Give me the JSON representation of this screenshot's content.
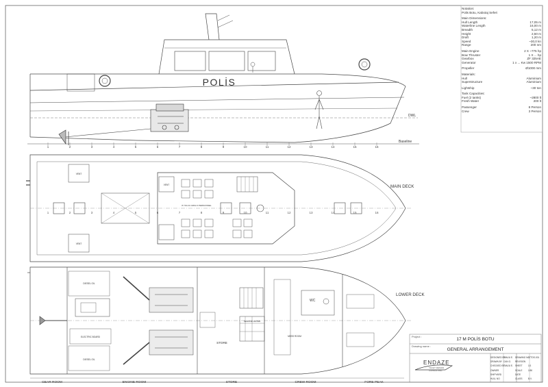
{
  "ship_label": "POLİS",
  "views": {
    "main_deck": "MAIN DECK",
    "lower_deck": "LOWER DECK",
    "dwl": "DWL",
    "baseline": "Baseline"
  },
  "frame_numbers": [
    "1",
    "2",
    "3",
    "4",
    "5",
    "6",
    "7",
    "8",
    "9",
    "10",
    "11",
    "12",
    "13",
    "14",
    "15",
    "16"
  ],
  "room_labels": {
    "vent1": "VENT",
    "vent2": "VENT",
    "vent3": "VENT",
    "seats": "8 YOLCU ARKA 3 PERSONNEL",
    "store": "STORE",
    "wc": "WC",
    "sewage": "SEWAGE WATER",
    "mess": "MESS ROOM",
    "diesel1": "DIESEL OIL",
    "diesel2": "DIESEL OIL",
    "electric": "ELECTRIC BOARD"
  },
  "bottom_rooms": [
    "GEAR ROOM",
    "ENGINE ROOM",
    "STORE",
    "CREW ROOM",
    "FORE PEAK"
  ],
  "specs": {
    "notation_title": "Notation:",
    "notation_value": "Polis Botu, Kabotaj Seferi",
    "main_dim_title": "Main Dimensions:",
    "main_dims": [
      {
        "k": "Hull Length",
        "v": "17,05 m"
      },
      {
        "k": "Waterline Length",
        "v": "16,00 m"
      },
      {
        "k": "Breadth",
        "v": "5,12 m"
      },
      {
        "k": "Height",
        "v": "2,50 m"
      },
      {
        "k": "Draft",
        "v": "1,20 m"
      },
      {
        "k": "Speed",
        "v": "~30,0 kn"
      },
      {
        "k": "Range",
        "v": "200 nm"
      }
    ],
    "machinery": [
      {
        "k": "Main Engine",
        "v": "2 X ~775 hp"
      },
      {
        "k": "Bow Thruster",
        "v": "1 X ... hp"
      },
      {
        "k": "Gearbox",
        "v": "ZF 325AE"
      },
      {
        "k": "Generator",
        "v": "1 x ... Kw 1500 RPM"
      }
    ],
    "propeller": {
      "k": "Propeller",
      "v": "Ø1000 mm"
    },
    "materials_title": "Materials:",
    "materials": [
      {
        "k": "Hull",
        "v": "Aluminium"
      },
      {
        "k": "Superstructure",
        "v": "Aluminium"
      }
    ],
    "lightship": {
      "k": "Lightship",
      "v": "~30 ton"
    },
    "tanks_title": "Tank Capacities:",
    "tanks": [
      {
        "k": "Fuel (2 tanks)",
        "v": "~2800 lt"
      },
      {
        "k": "Fresh Water",
        "v": "200 lt"
      }
    ],
    "persons": [
      {
        "k": "Passenger",
        "v": "8 Person"
      },
      {
        "k": "Crew",
        "v": "3 Person"
      }
    ]
  },
  "title_block": {
    "project_label": "Project :",
    "project": "17 M POLİS BOTU",
    "drawing_label": "Drawing name :",
    "drawing": "GENERAL ARRANGEMENT",
    "company": "ENDAZE",
    "company_sub": "YACHT DESIGN CONSULTING",
    "grid": [
      [
        "DESIGNED BY",
        "TANJU E.",
        "DRAWING NO",
        "17TDS-001"
      ],
      [
        "DRAWN BY",
        "CAN G.",
        "REVISION",
        ""
      ],
      [
        "CHECKED BY",
        "TANJU E.",
        "SHEET",
        "1/1"
      ],
      [
        "OWNER",
        "",
        "SCALE",
        "1/50"
      ],
      [
        "SHIPYARD",
        "",
        "DATE",
        ""
      ],
      [
        "HULL NO",
        "",
        "CLASS",
        "B.V."
      ]
    ]
  }
}
